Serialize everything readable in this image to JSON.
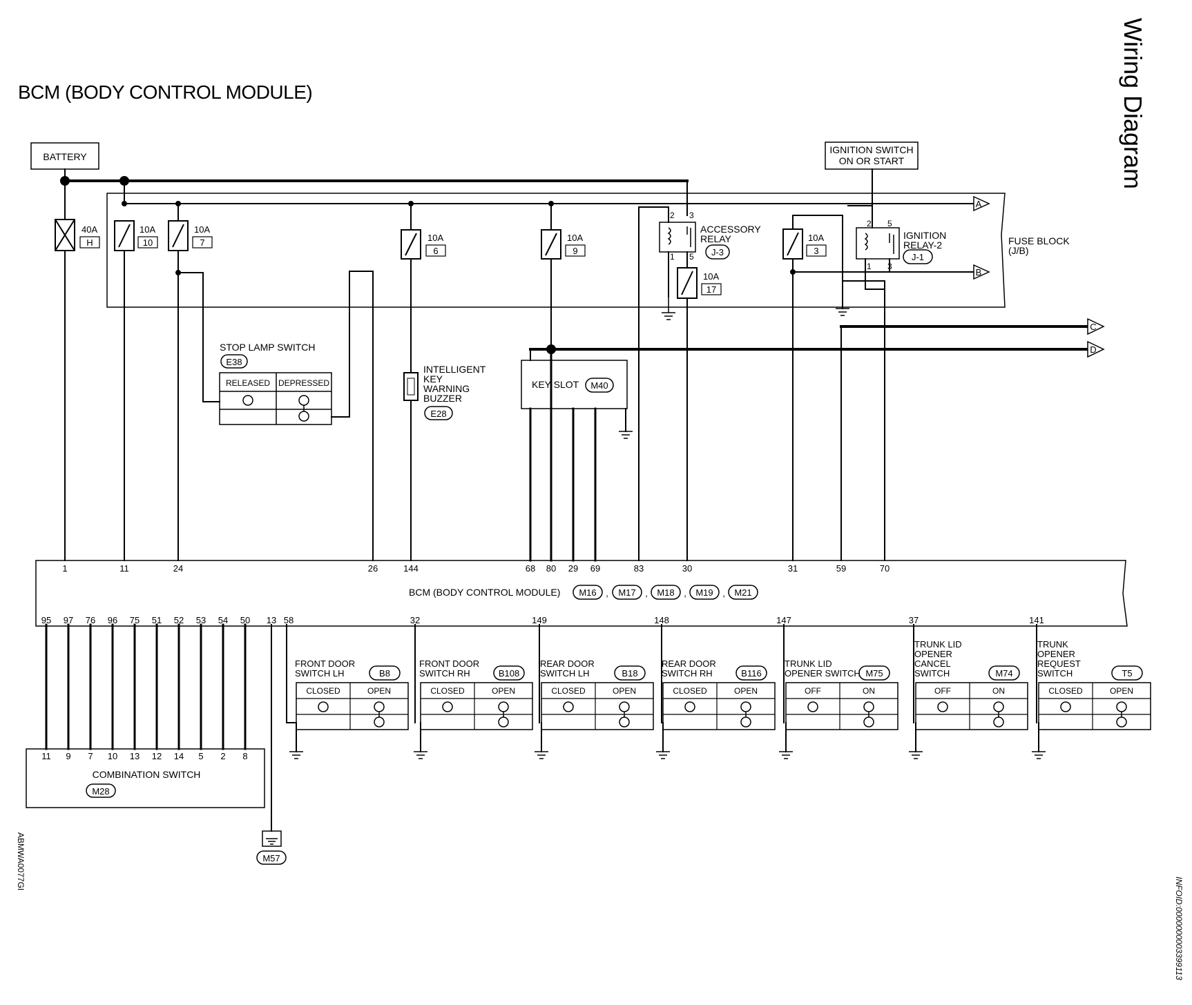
{
  "page": {
    "title": "BCM (BODY CONTROL MODULE)",
    "side_title": "Wiring Diagram",
    "figure_code": "ABMWA0077GI",
    "info_id": "INFOID:0000000003399113"
  },
  "labels": {
    "battery": "BATTERY",
    "ignition_switch_line1": "IGNITION SWITCH",
    "ignition_switch_line2": "ON OR START",
    "fuse_block_line1": "FUSE BLOCK",
    "fuse_block_line2": "(J/B)",
    "accessory_relay_line1": "ACCESSORY",
    "accessory_relay_line2": "RELAY",
    "accessory_relay_conn": "J-3",
    "ignition_relay_line1": "IGNITION",
    "ignition_relay_line2": "RELAY-2",
    "ignition_relay_conn": "J-1",
    "stop_lamp_switch": "STOP LAMP SWITCH",
    "stop_lamp_conn": "E38",
    "released": "RELEASED",
    "depressed": "DEPRESSED",
    "buzzer_line1": "INTELLIGENT",
    "buzzer_line2": "KEY",
    "buzzer_line3": "WARNING",
    "buzzer_line4": "BUZZER",
    "buzzer_conn": "E28",
    "key_slot": "KEY SLOT",
    "key_slot_conn": "M40",
    "bcm_label": "BCM (BODY CONTROL MODULE)",
    "bcm_connectors": [
      "M16",
      "M17",
      "M18",
      "M19",
      "M21"
    ],
    "combination_switch": "COMBINATION SWITCH",
    "combination_switch_conn": "M28",
    "ground_conn": "M57",
    "off_page": [
      "A",
      "B",
      "C",
      "D"
    ],
    "relay_pins_acc": [
      "2",
      "3",
      "1",
      "5"
    ],
    "relay_pins_ign": [
      "2",
      "5",
      "1",
      "3"
    ]
  },
  "fuses": [
    {
      "rating": "40A",
      "slot": "H"
    },
    {
      "rating": "10A",
      "slot": "10"
    },
    {
      "rating": "10A",
      "slot": "7"
    },
    {
      "rating": "10A",
      "slot": "6"
    },
    {
      "rating": "10A",
      "slot": "9"
    },
    {
      "rating": "10A",
      "slot": "17"
    },
    {
      "rating": "10A",
      "slot": "3"
    }
  ],
  "bcm_top_pins": [
    "1",
    "11",
    "24",
    "26",
    "144",
    "68",
    "80",
    "29",
    "69",
    "83",
    "30",
    "31",
    "59",
    "70"
  ],
  "bcm_bottom_pins": [
    "95",
    "97",
    "76",
    "96",
    "75",
    "51",
    "52",
    "53",
    "54",
    "50",
    "13",
    "58",
    "32",
    "149",
    "148",
    "147",
    "37",
    "141"
  ],
  "combination_switch_pins": [
    "11",
    "9",
    "7",
    "10",
    "13",
    "12",
    "14",
    "5",
    "2",
    "8"
  ],
  "door_switches": [
    {
      "name_line1": "FRONT DOOR",
      "name_line2": "SWITCH LH",
      "name_line3": "",
      "name_line4": "",
      "conn": "B8",
      "col1": "CLOSED",
      "col2": "OPEN"
    },
    {
      "name_line1": "FRONT DOOR",
      "name_line2": "SWITCH RH",
      "name_line3": "",
      "name_line4": "",
      "conn": "B108",
      "col1": "CLOSED",
      "col2": "OPEN"
    },
    {
      "name_line1": "REAR DOOR",
      "name_line2": "SWITCH LH",
      "name_line3": "",
      "name_line4": "",
      "conn": "B18",
      "col1": "CLOSED",
      "col2": "OPEN"
    },
    {
      "name_line1": "REAR DOOR",
      "name_line2": "SWITCH RH",
      "name_line3": "",
      "name_line4": "",
      "conn": "B116",
      "col1": "CLOSED",
      "col2": "OPEN"
    },
    {
      "name_line1": "TRUNK LID",
      "name_line2": "OPENER SWITCH",
      "name_line3": "",
      "name_line4": "",
      "conn": "M75",
      "col1": "OFF",
      "col2": "ON"
    },
    {
      "name_line1": "TRUNK LID",
      "name_line2": "OPENER",
      "name_line3": "CANCEL",
      "name_line4": "SWITCH",
      "conn": "M74",
      "col1": "OFF",
      "col2": "ON"
    },
    {
      "name_line1": "TRUNK",
      "name_line2": "OPENER",
      "name_line3": "REQUEST",
      "name_line4": "SWITCH",
      "conn": "T5",
      "col1": "CLOSED",
      "col2": "OPEN"
    }
  ]
}
